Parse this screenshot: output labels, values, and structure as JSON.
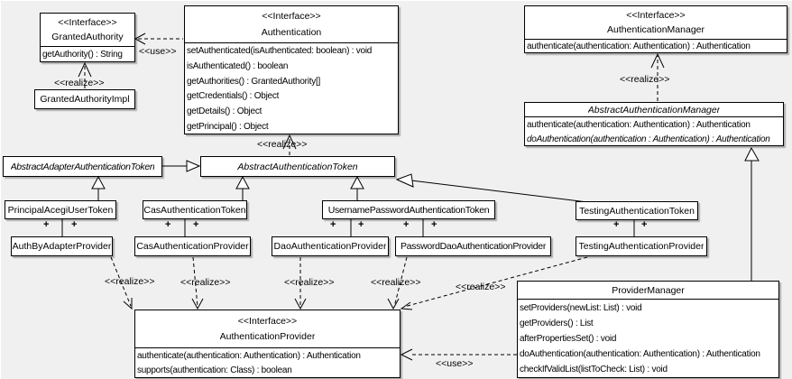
{
  "diagram": {
    "background_color": "#f0f0f0",
    "box_fill": "#ffffff",
    "line_color": "#000000"
  },
  "stereotypes": {
    "interface": "<<Interface>>",
    "realize": "<<realize>>",
    "use": "<<use>>",
    "plus": "+"
  },
  "classes": {
    "granted_authority": {
      "stereotype": "<<Interface>>",
      "name": "GrantedAuthority",
      "methods": [
        "getAuthority() : String"
      ]
    },
    "granted_authority_impl": {
      "name": "GrantedAuthorityImpl"
    },
    "authentication": {
      "stereotype": "<<Interface>>",
      "name": "Authentication",
      "methods": [
        "setAuthenticated(isAuthenticated: boolean) : void",
        "isAuthenticated() : boolean",
        "getAuthorities() : GrantedAuthority[]",
        "getCredentials() : Object",
        "getDetails() : Object",
        "getPrincipal() : Object"
      ]
    },
    "authentication_manager": {
      "stereotype": "<<Interface>>",
      "name": "AuthenticationManager",
      "methods": [
        "authenticate(authentication: Authentication) : Authentication"
      ]
    },
    "abstract_authentication_manager": {
      "name": "AbstractAuthenticationManager",
      "methods": [
        "authenticate(authentication: Authentication) : Authentication",
        "doAuthentication(authentication : Authentication) : Authentication"
      ]
    },
    "abstract_adapter_authentication_token": {
      "name": "AbstractAdapterAuthenticationToken"
    },
    "abstract_authentication_token": {
      "name": "AbstractAuthenticationToken"
    },
    "principal_acegi_user_token": {
      "name": "PrincipalAcegiUserToken"
    },
    "cas_authentication_token": {
      "name": "CasAuthenticationToken"
    },
    "username_password_authentication_token": {
      "name": "UsernamePasswordAuthenticationToken"
    },
    "testing_authentication_token": {
      "name": "TestingAuthenticationToken"
    },
    "auth_by_adapter_provider": {
      "name": "AuthByAdapterProvider"
    },
    "cas_authentication_provider": {
      "name": "CasAuthenticationProvider"
    },
    "dao_authentication_provider": {
      "name": "DaoAuthenticationProvider"
    },
    "password_dao_authentication_provider": {
      "name": "PasswordDaoAuthenticationProvider"
    },
    "testing_authentication_provider": {
      "name": "TestingAuthenticationProvider"
    },
    "authentication_provider": {
      "stereotype": "<<Interface>>",
      "name": "AuthenticationProvider",
      "methods": [
        "authenticate(authentication: Authentication) : Authentication",
        "supports(authentication: Class) : boolean"
      ]
    },
    "provider_manager": {
      "name": "ProviderManager",
      "methods": [
        "setProviders(newList: List) : void",
        "getProviders() : List",
        "afterPropertiesSet() : void",
        "doAuthentication(authentication: Authentication) : Authentication",
        "checkIfValidList(listToCheck: List) : void"
      ]
    }
  },
  "relationships": [
    {
      "from": "Authentication",
      "to": "GrantedAuthority",
      "type": "use",
      "label": "<<use>>"
    },
    {
      "from": "GrantedAuthorityImpl",
      "to": "GrantedAuthority",
      "type": "realize",
      "label": "<<realize>>"
    },
    {
      "from": "AbstractAuthenticationToken",
      "to": "Authentication",
      "type": "realize",
      "label": "<<realize>>"
    },
    {
      "from": "AbstractAuthenticationManager",
      "to": "AuthenticationManager",
      "type": "realize",
      "label": "<<realize>>"
    },
    {
      "from": "AbstractAdapterAuthenticationToken",
      "to": "AbstractAuthenticationToken",
      "type": "generalization",
      "label": ""
    },
    {
      "from": "PrincipalAcegiUserToken",
      "to": "AbstractAdapterAuthenticationToken",
      "type": "generalization",
      "label": ""
    },
    {
      "from": "CasAuthenticationToken",
      "to": "AbstractAuthenticationToken",
      "type": "generalization",
      "label": ""
    },
    {
      "from": "UsernamePasswordAuthenticationToken",
      "to": "AbstractAuthenticationToken",
      "type": "generalization",
      "label": ""
    },
    {
      "from": "TestingAuthenticationToken",
      "to": "AbstractAuthenticationToken",
      "type": "generalization",
      "label": ""
    },
    {
      "from": "ProviderManager",
      "to": "AbstractAuthenticationManager",
      "type": "generalization",
      "label": ""
    },
    {
      "from": "PrincipalAcegiUserToken",
      "to": "AuthByAdapterProvider",
      "type": "association",
      "label": "+ +"
    },
    {
      "from": "CasAuthenticationToken",
      "to": "CasAuthenticationProvider",
      "type": "association",
      "label": "+ +"
    },
    {
      "from": "UsernamePasswordAuthenticationToken",
      "to": "DaoAuthenticationProvider",
      "type": "association",
      "label": "+ +"
    },
    {
      "from": "UsernamePasswordAuthenticationToken",
      "to": "PasswordDaoAuthenticationProvider",
      "type": "association",
      "label": "+ +"
    },
    {
      "from": "TestingAuthenticationToken",
      "to": "TestingAuthenticationProvider",
      "type": "association",
      "label": "+ +"
    },
    {
      "from": "AuthByAdapterProvider",
      "to": "AuthenticationProvider",
      "type": "realize",
      "label": "<<realize>>"
    },
    {
      "from": "CasAuthenticationProvider",
      "to": "AuthenticationProvider",
      "type": "realize",
      "label": "<<realize>>"
    },
    {
      "from": "DaoAuthenticationProvider",
      "to": "AuthenticationProvider",
      "type": "realize",
      "label": "<<realize>>"
    },
    {
      "from": "PasswordDaoAuthenticationProvider",
      "to": "AuthenticationProvider",
      "type": "realize",
      "label": "<<realize>>"
    },
    {
      "from": "TestingAuthenticationProvider",
      "to": "AuthenticationProvider",
      "type": "realize",
      "label": "<<realize>>"
    },
    {
      "from": "ProviderManager",
      "to": "AuthenticationProvider",
      "type": "use",
      "label": "<<use>>"
    }
  ]
}
